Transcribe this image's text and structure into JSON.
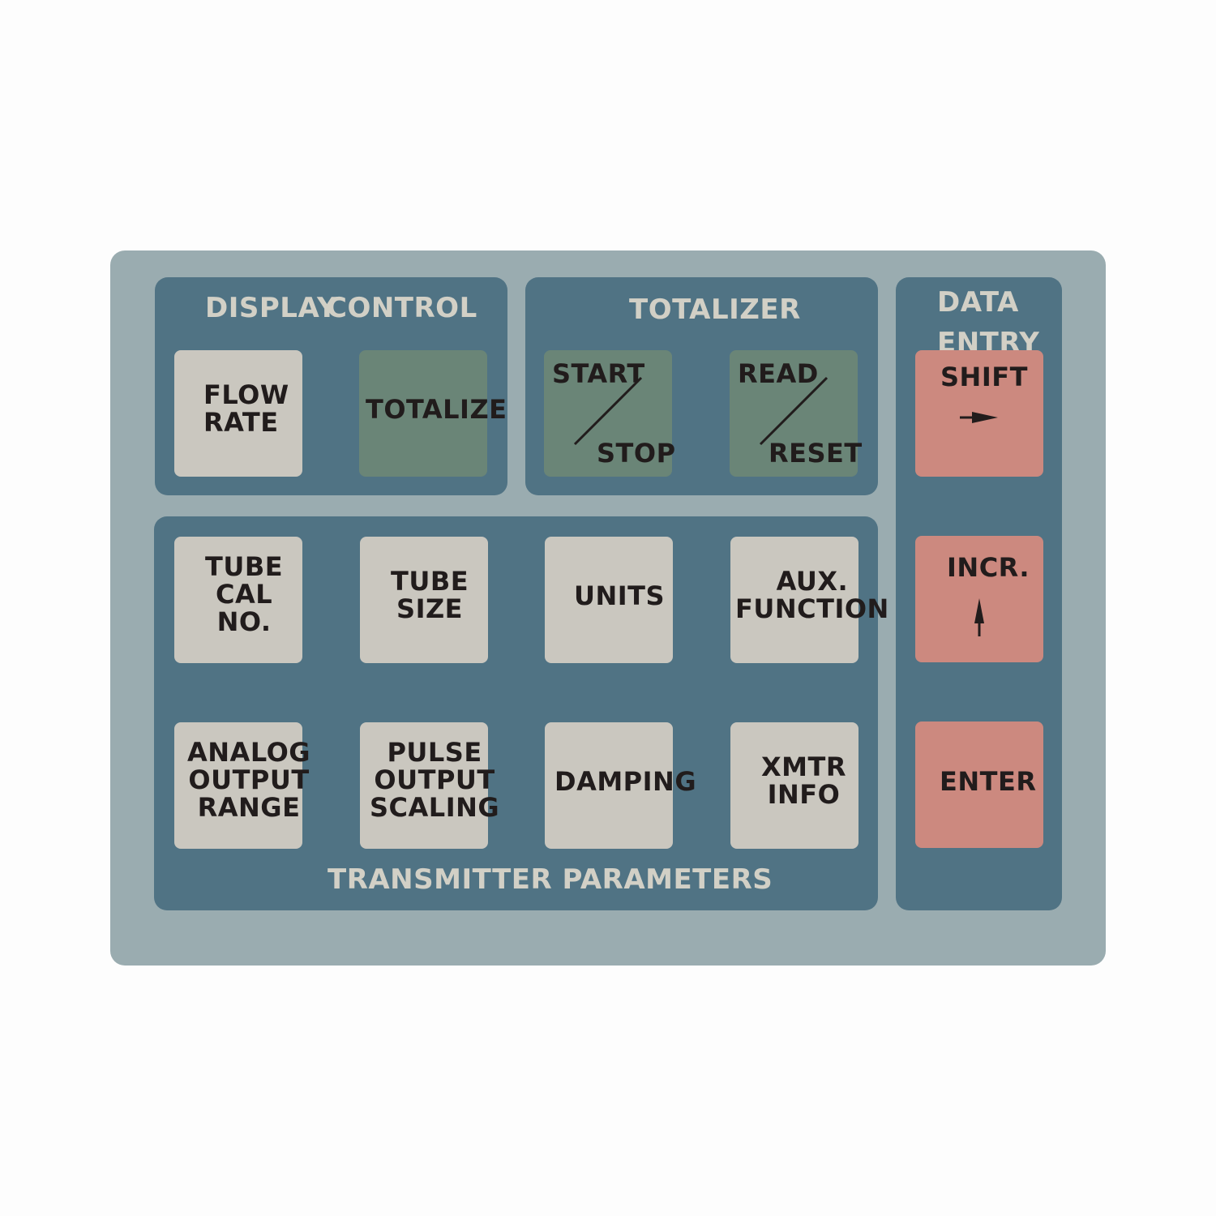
{
  "display_control": {
    "title_a": "DISPLAY",
    "title_b": "CONTROL",
    "flow_rate": "FLOW\nRATE",
    "totalize": "TOTALIZE"
  },
  "totalizer": {
    "title": "TOTALIZER",
    "start_stop": {
      "top": "START",
      "bottom": "STOP"
    },
    "read_reset": {
      "top": "READ",
      "bottom": "RESET"
    }
  },
  "data_entry": {
    "title": "DATA\nENTRY",
    "shift": "SHIFT",
    "incr": "INCR.",
    "enter": "ENTER"
  },
  "transmitter_parameters": {
    "title": "TRANSMITTER PARAMETERS",
    "tube_cal_no": "TUBE\nCAL\nNO.",
    "tube_size": "TUBE\nSIZE",
    "units": "UNITS",
    "aux_function": "AUX.\nFUNCTION",
    "analog_output_range": "ANALOG\nOUTPUT\nRANGE",
    "pulse_output_scaling": "PULSE\nOUTPUT\nSCALING",
    "damping": "DAMPING",
    "xmtr_info": "XMTR\nINFO"
  },
  "icons": {
    "shift_key": "right-arrow-icon",
    "incr_key": "up-arrow-icon",
    "start_stop_key": "slash-divider",
    "read_reset_key": "slash-divider"
  },
  "colors": {
    "panel": "#9aacb0",
    "group": "#507384",
    "group_title": "#d2d0c6",
    "key_light": "#cac7bf",
    "key_green": "#6a8577",
    "key_red": "#cc897f",
    "key_text": "#211c1c"
  }
}
